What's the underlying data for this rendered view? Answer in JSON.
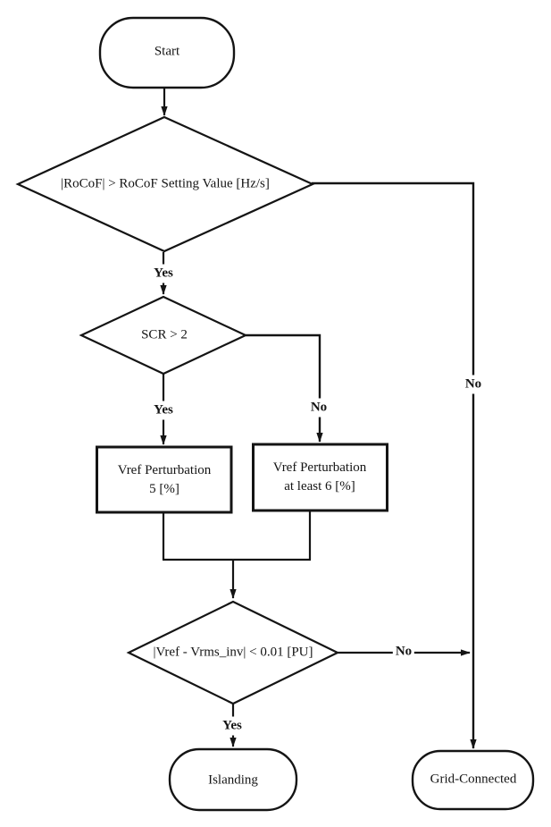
{
  "nodes": {
    "start": {
      "type": "terminal",
      "label": "Start"
    },
    "rocof_decision": {
      "type": "decision",
      "label": "|RoCoF| > RoCoF Setting Value [Hz/s]"
    },
    "scr_decision": {
      "type": "decision",
      "label": "SCR > 2"
    },
    "vref_perturbation_5": {
      "type": "process",
      "line1": "Vref Perturbation",
      "line2": "5 [%]"
    },
    "vref_perturbation_6": {
      "type": "process",
      "line1": "Vref Perturbation",
      "line2": "at least 6 [%]"
    },
    "vref_decision": {
      "type": "decision",
      "label": "|Vref - Vrms_inv| < 0.01 [PU]"
    },
    "islanding": {
      "type": "terminal",
      "label": "Islanding"
    },
    "grid_connected": {
      "type": "terminal",
      "label": "Grid-Connected"
    }
  },
  "edges": {
    "rocof_yes": {
      "label": "Yes"
    },
    "rocof_no": {
      "label": "No"
    },
    "scr_yes": {
      "label": "Yes"
    },
    "scr_no": {
      "label": "No"
    },
    "vref_yes": {
      "label": "Yes"
    },
    "vref_no": {
      "label": "No"
    }
  },
  "colors": {
    "line": "#141414",
    "background": "#ffffff"
  }
}
